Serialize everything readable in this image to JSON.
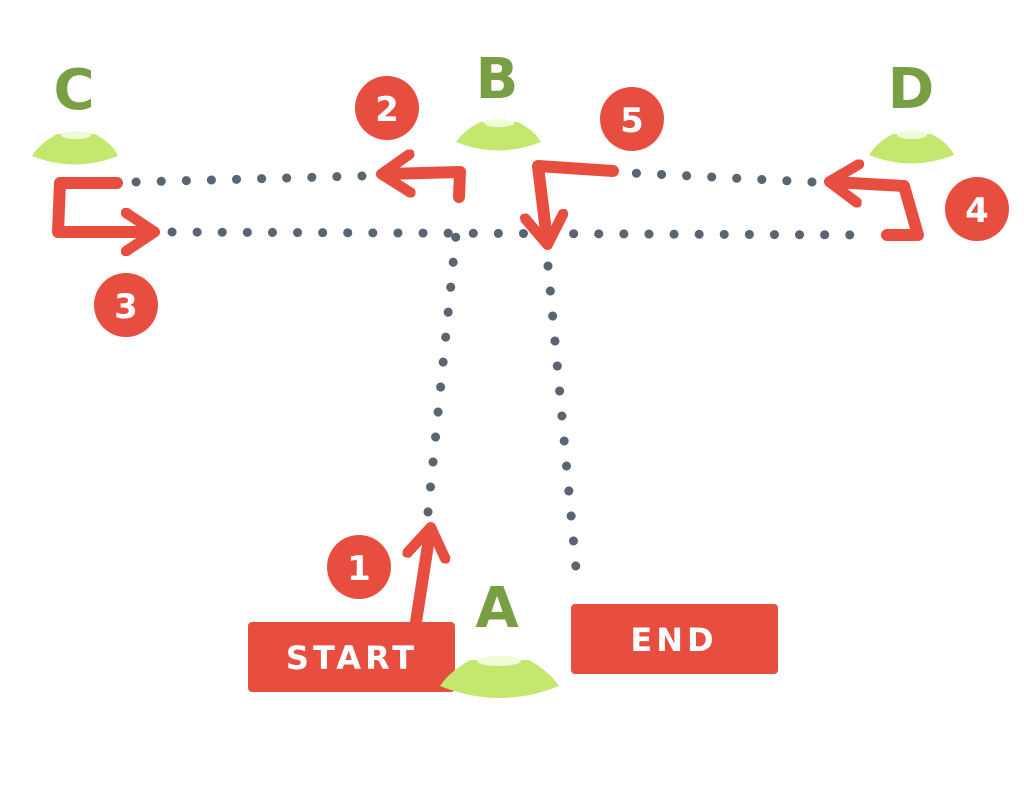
{
  "colors": {
    "red": "#e84e3f",
    "green_text": "#789f43",
    "cone": "#c4e86e",
    "cone_hole": "#f2fbd7",
    "dots": "#5a6570",
    "white": "#ffffff"
  },
  "cones": [
    {
      "id": "A",
      "label": "A"
    },
    {
      "id": "B",
      "label": "B"
    },
    {
      "id": "C",
      "label": "C"
    },
    {
      "id": "D",
      "label": "D"
    }
  ],
  "steps": [
    "1",
    "2",
    "3",
    "4",
    "5"
  ],
  "boxes": {
    "start": "START",
    "end": "END"
  }
}
